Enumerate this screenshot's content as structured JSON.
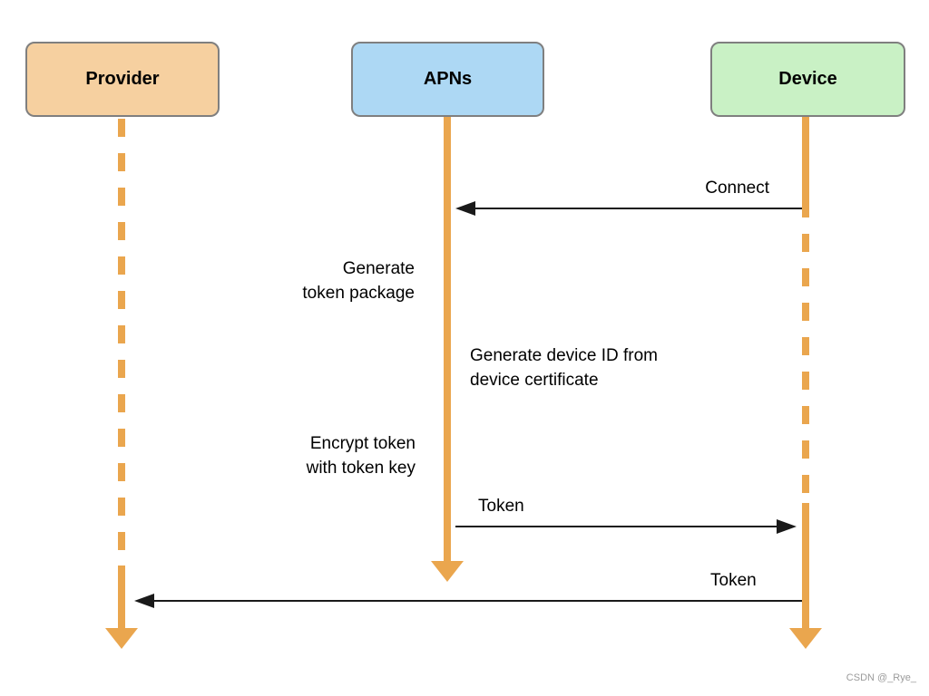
{
  "actors": [
    {
      "label": "Provider"
    },
    {
      "label": "APNs"
    },
    {
      "label": "Device"
    }
  ],
  "messages": {
    "connect": "Connect",
    "token_to_device": "Token",
    "token_to_provider": "Token"
  },
  "notes": {
    "generate_token_package": "Generate\ntoken package",
    "generate_device_id": "Generate device ID from\ndevice certificate",
    "encrypt_token": "Encrypt token\nwith token key"
  },
  "colors": {
    "provider_fill": "#F6D0A0",
    "apns_fill": "#ADD8F4",
    "device_fill": "#C9F1C5",
    "box_border": "#7F7F7F",
    "lifeline_orange": "#EAA64E",
    "arrow_black": "#1A1A1A",
    "watermark_gray": "#9B9B9B"
  },
  "watermark": "CSDN @_Rye_"
}
